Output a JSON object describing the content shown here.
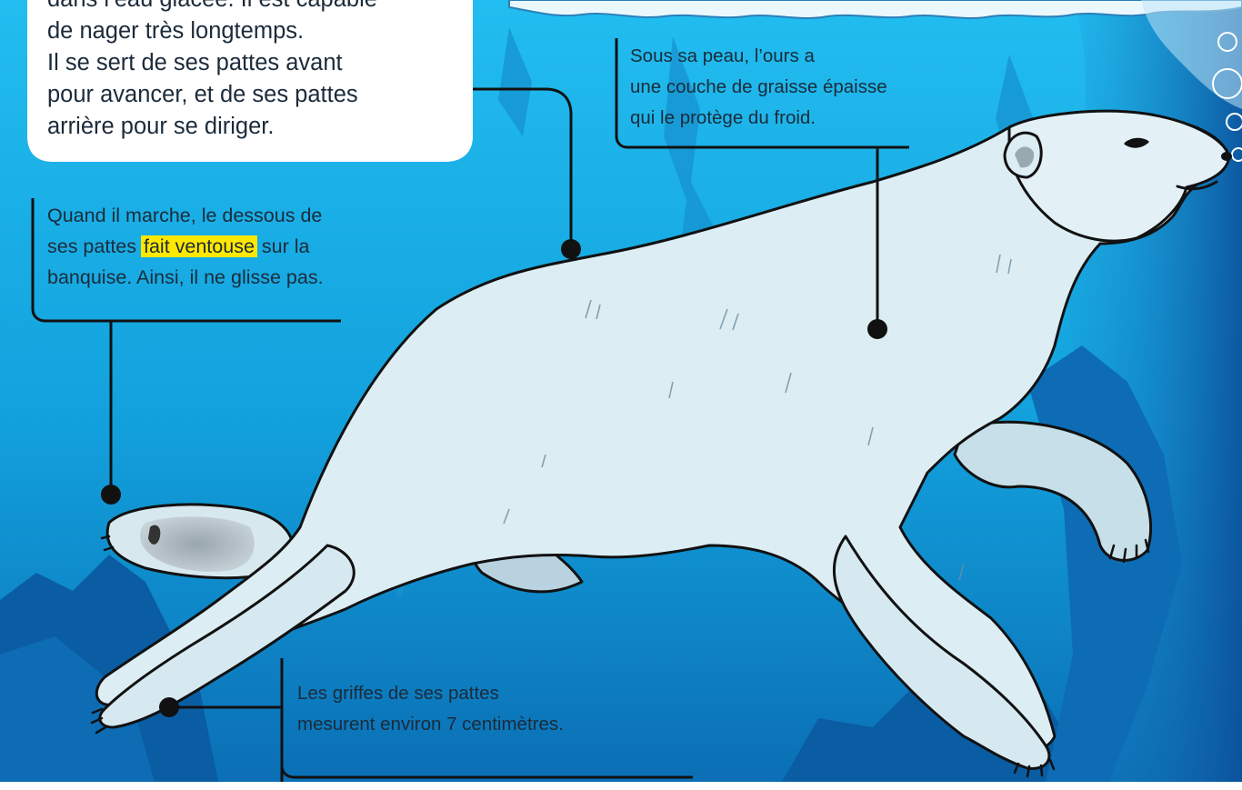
{
  "colors": {
    "ocean_top": "#1eb4e6",
    "ocean_bottom": "#0a5fa8",
    "ice": "#e8f6fc",
    "bear_fur": "#dcedf4",
    "bear_shadow": "#b9d4e0",
    "outline": "#111111",
    "highlight": "#ffe800",
    "callout_box": "#ffffff"
  },
  "captions": {
    "swim": {
      "line1": "dans l’eau glacée. Il est capable",
      "line2": "de nager très longtemps.",
      "line3": "Il se sert de ses pattes avant",
      "line4": "pour avancer, et de ses pattes",
      "line5": "arrière pour se diriger."
    },
    "suction": {
      "line1": "Quand il marche, le dessous de",
      "line2_before": "ses pattes",
      "line2_highlight": "fait ventouse",
      "line2_after": "sur la",
      "line3": "banquise. Ainsi, il ne glisse pas."
    },
    "fat": {
      "line1": "Sous sa peau, l’ours a",
      "line2": "une couche de graisse épaisse",
      "line3": "qui le protège du froid."
    },
    "claws": {
      "line1": "Les griffes de ses pattes",
      "line2": "mesurent environ 7 centimètres."
    }
  }
}
